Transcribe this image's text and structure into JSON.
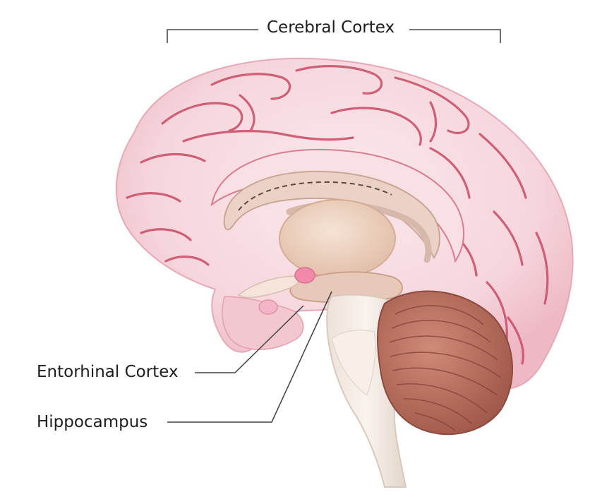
{
  "labels": {
    "cerebral_cortex": "Cerebral Cortex",
    "entorhinal_cortex": "Entorhinal Cortex",
    "hippocampus": "Hippocampus"
  },
  "colors": {
    "cortex_pink": "#f7d9df",
    "sulci_red": "#c93f5d",
    "thalamus_beige": "#efd7c6",
    "cerebellum_brown": "#b76c5e",
    "brainstem_cream": "#f4ece4",
    "leader_line": "#404040"
  }
}
